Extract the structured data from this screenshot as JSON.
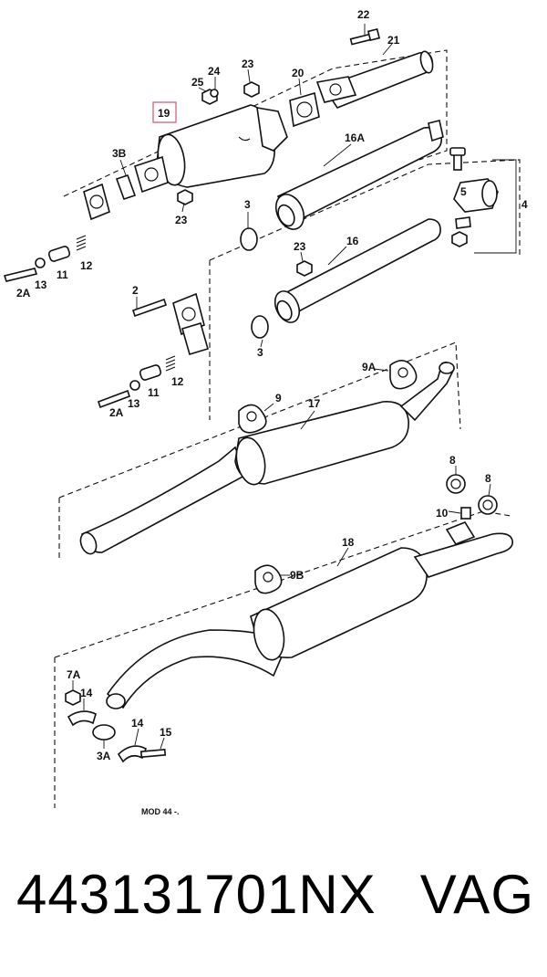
{
  "labels": {
    "l22": "22",
    "l21": "21",
    "l24": "24",
    "l23a": "23",
    "l25": "25",
    "l20": "20",
    "l19": "19",
    "l3b": "3B",
    "l23b": "23",
    "l16a": "16A",
    "l5": "5",
    "l4": "4",
    "l3a": "3",
    "l23c": "23",
    "l16": "16",
    "l12a": "12",
    "l11a": "11",
    "l13a": "13",
    "l2aa": "2A",
    "l2": "2",
    "l3c": "3",
    "l12b": "12",
    "l11b": "11",
    "l13b": "13",
    "l2ab": "2A",
    "l9a": "9A",
    "l9": "9",
    "l17": "17",
    "l8a": "8",
    "l8b": "8",
    "l10": "10",
    "l18": "18",
    "l9b": "9B",
    "l7a": "7A",
    "l14a": "14",
    "l14b": "14",
    "l15": "15",
    "l3ac": "3A"
  },
  "diagram_code": "MOD 44 -.",
  "footer": {
    "part_number": "443131701NX",
    "brand": "VAG"
  },
  "colors": {
    "highlight": "#d9607a",
    "ink": "#111111"
  }
}
